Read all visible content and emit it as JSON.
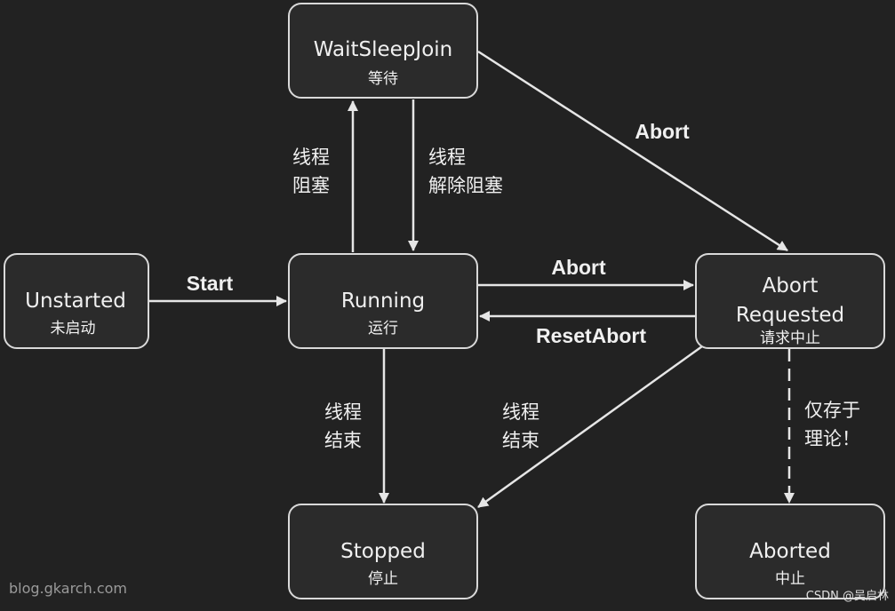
{
  "states": {
    "unstarted": {
      "name": "Unstarted",
      "sub": "未启动"
    },
    "running": {
      "name": "Running",
      "sub": "运行"
    },
    "waitsleepjoin": {
      "name": "WaitSleepJoin",
      "sub": "等待"
    },
    "abort_requested": {
      "name_line1": "Abort",
      "name_line2": "Requested",
      "sub": "请求中止"
    },
    "stopped": {
      "name": "Stopped",
      "sub": "停止"
    },
    "aborted": {
      "name": "Aborted",
      "sub": "中止"
    }
  },
  "transitions": {
    "start": "Start",
    "abort_from_wait": "Abort",
    "abort_from_running": "Abort",
    "reset_abort": "ResetAbort",
    "block": {
      "line1": "线程",
      "line2": "阻塞"
    },
    "unblock": {
      "line1": "线程",
      "line2": "解除阻塞"
    },
    "end_from_running": {
      "line1": "线程",
      "line2": "结束"
    },
    "end_from_abort": {
      "line1": "线程",
      "line2": "结束"
    },
    "theory_only": {
      "line1": "仅存于",
      "line2": "理论！"
    }
  },
  "watermark": "blog.gkarch.com",
  "credit": "CSDN @吴启林",
  "colors": {
    "background": "#222222",
    "box_fill": "#2b2b2b",
    "line": "#e6e6e6",
    "text": "#f0f0f0"
  }
}
